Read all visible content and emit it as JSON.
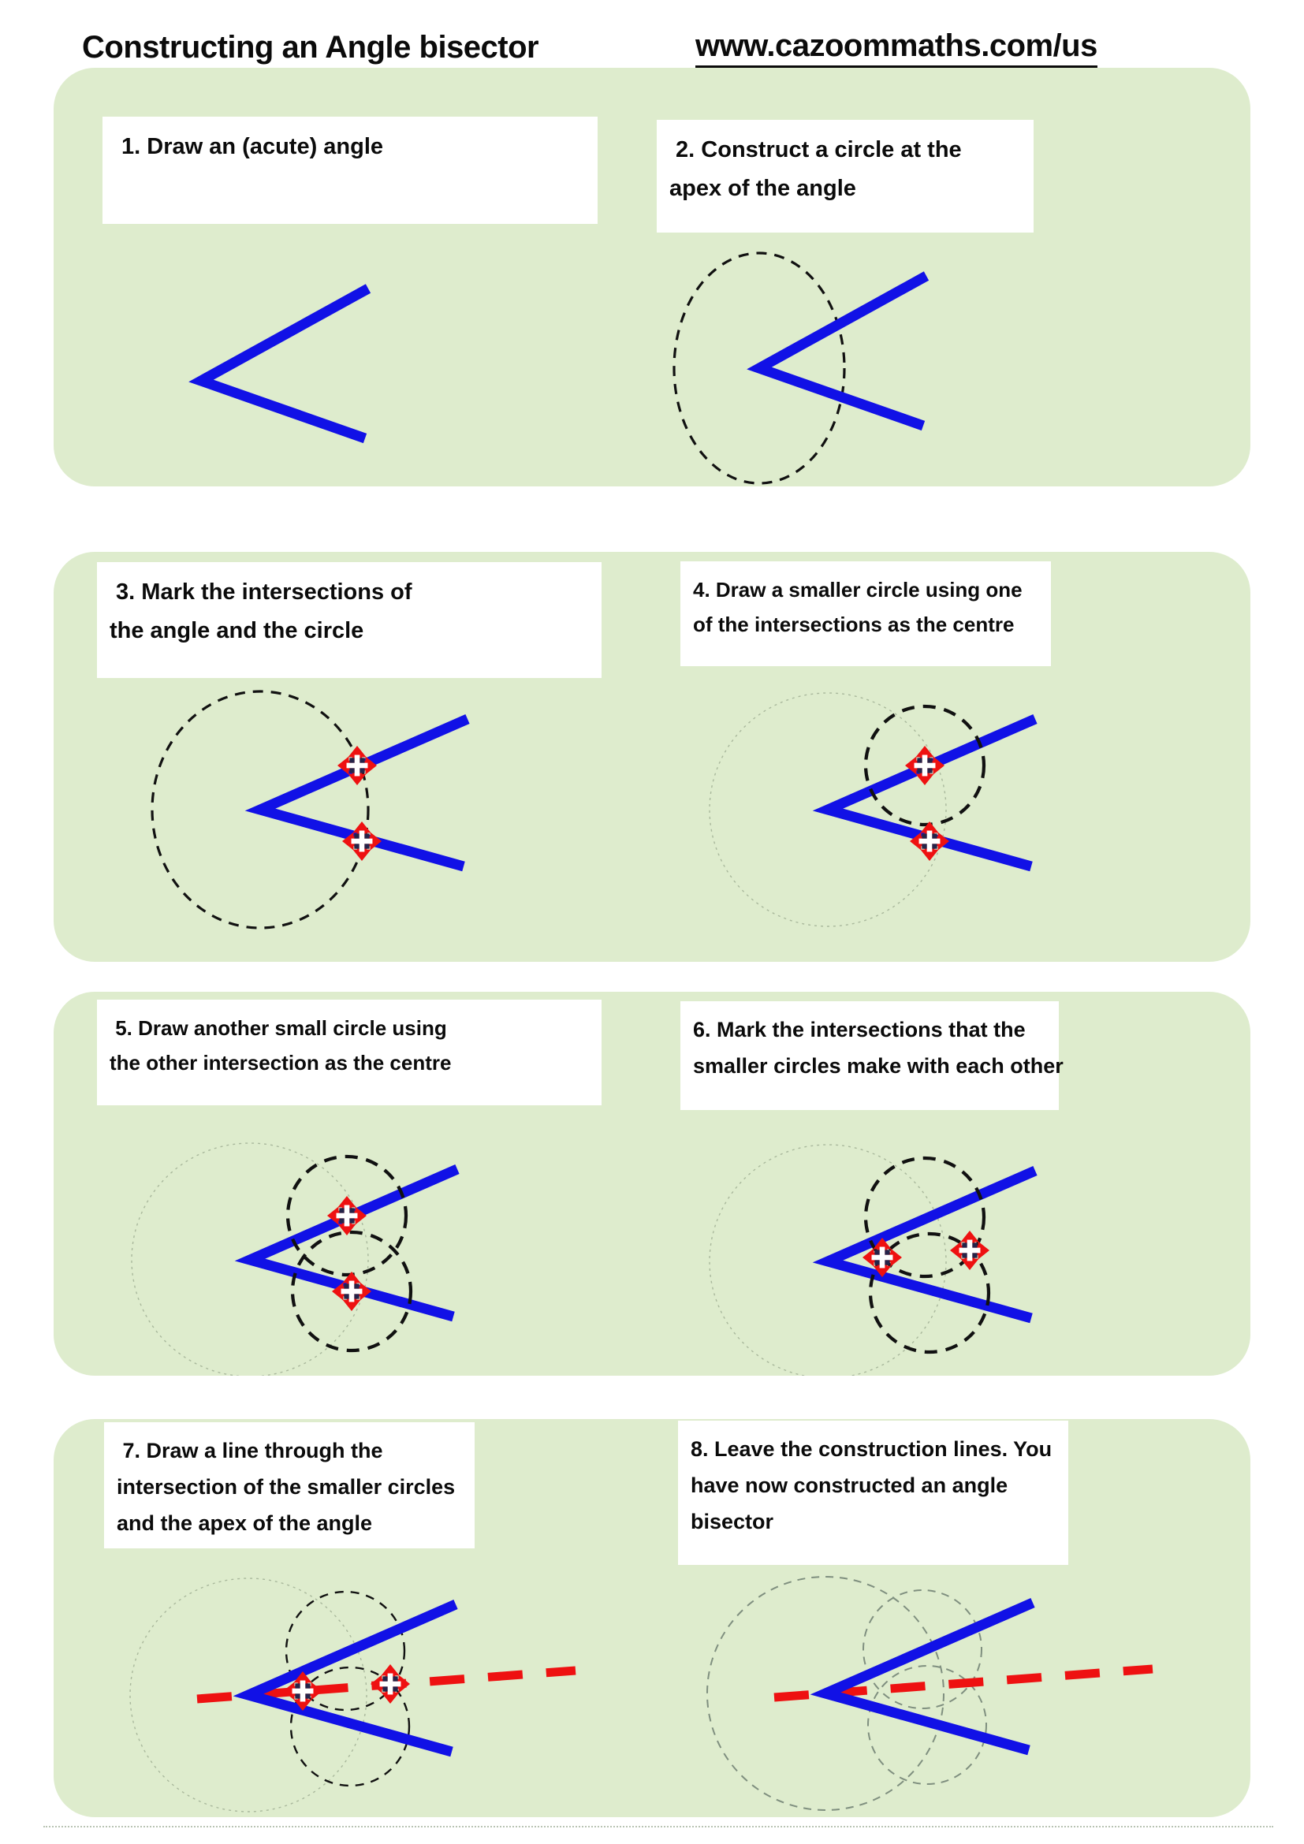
{
  "header": {
    "title": "Constructing an Angle bisector",
    "link": "www.cazoommaths.com/us"
  },
  "steps": [
    {
      "id": 1,
      "label": " 1. Draw an (acute) angle"
    },
    {
      "id": 2,
      "label": " 2. Construct a circle at the\napex of the angle"
    },
    {
      "id": 3,
      "label": " 3. Mark the intersections of\nthe angle and the circle"
    },
    {
      "id": 4,
      "label": "4. Draw a smaller circle using one\nof the intersections as the centre"
    },
    {
      "id": 5,
      "label": " 5. Draw another small circle using\nthe other intersection as the centre"
    },
    {
      "id": 6,
      "label": "6. Mark the intersections that the\nsmaller circles make with each other"
    },
    {
      "id": 7,
      "label": " 7. Draw a line through the\nintersection of the smaller circles\nand the apex of the angle"
    },
    {
      "id": 8,
      "label": "8. Leave the construction lines. You\nhave now constructed an angle\nbisector"
    }
  ],
  "icons": {
    "intersection_marker": "move-arrows-icon"
  },
  "colors": {
    "panel_green": "#deeccd",
    "angle_blue": "#1111e6",
    "marker_red": "#ee1111",
    "bisector_red": "#ee1111",
    "construction_black": "#111111",
    "faint_circle": "#a9b89c",
    "gray_circle": "#7f8f7f",
    "marker_dark": "#24244a",
    "text_black": "#0b0b0b"
  }
}
